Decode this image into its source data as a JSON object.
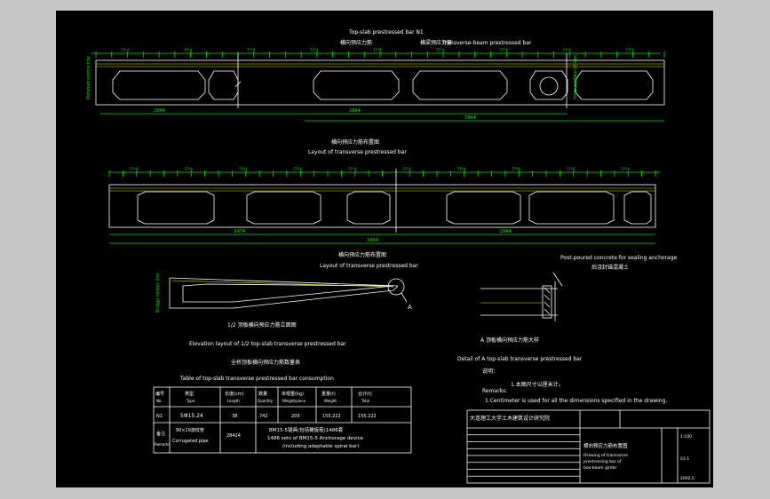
{
  "colors": {
    "paper": "#000000",
    "frame": "#ffffff",
    "dim": "#00e000",
    "tendon": "#e6e600",
    "outside": "#c6c6c6"
  },
  "top_view": {
    "title": "Top-slab prestressed bar N1",
    "caption_cn": "横向预应力筋布置图",
    "caption_en": "Layout of transverse prestressed bar",
    "label_cn": "横向预应力筋",
    "label_cn2": "横梁预应力筋",
    "label_en2": "Transverse-beam prestressed bar",
    "side_left": "Polished centre line",
    "side_right": "Inner surface of box"
  },
  "bottom_view": {
    "caption_cn": "横向预应力筋布置图",
    "caption_en": "Layout of transverse prestressed bar"
  },
  "elevation": {
    "caption_cn": "1/2 顶板横向预应力筋立面图",
    "caption_en": "Elevation layout of 1/2 top-slab transverse prestressed bar",
    "label_a": "A",
    "side_label": "Bridge center line"
  },
  "detail": {
    "note_en": "Post-poured concrete for sealing anchorage",
    "note_cn": "后浇封锚混凝土",
    "caption_cn": "A  顶板横向预应力筋大样",
    "caption_en": "Detail of A top-slab transverse prestressed bar"
  },
  "remarks": {
    "title_cn": "说明：",
    "title_en": "Remarks:",
    "line_cn": "1.本图尺寸以厘米计。",
    "line_en": "1.Centimeter is used for all the dimensions specified in the drawing."
  },
  "table": {
    "title_cn": "全桥顶板横向预应力筋数量表",
    "title_en": "Table of top-slab transverse prestressed bar consumption",
    "headers": [
      {
        "cn": "编号",
        "en": "No"
      },
      {
        "cn": "类型",
        "en": "Type"
      },
      {
        "cn": "长度(cm)",
        "en": "Length"
      },
      {
        "cn": "数量",
        "en": "Quantity"
      },
      {
        "cn": "单根重(kg)",
        "en": "Weight/piece"
      },
      {
        "cn": "重量(t)",
        "en": "Weight"
      },
      {
        "cn": "合计(t)",
        "en": "Total"
      }
    ],
    "row1": [
      "N1",
      "5Φ15.24",
      "38",
      "742",
      "209",
      "155.222",
      "155.222"
    ],
    "row2_no_cn": "备注",
    "row2_no_en": "Remarks",
    "row2_type_a": "90×19波纹管",
    "row2_type_b": "Corrugated pipe",
    "row2_len": "28424",
    "row2_note_a": "BM15-5锚具(包括螺旋筋)1486套",
    "row2_note_b": "1486 sets of BM15-5 Anchorage device",
    "row2_note_c": "(including adaptable spiral bar)"
  },
  "title_block": {
    "company_cn": "大连理工大学土木建筑设计研究院",
    "drawing_cn": "横向预应力筋布置图",
    "drawing_en_1": "Drawing of transverse",
    "drawing_en_2": "prestressing bar of",
    "drawing_en_3": "box-beam girder",
    "scale": "1:100",
    "sheet": "S1-1",
    "date": "2002.5"
  },
  "dims": {
    "top_small": [
      "77*4",
      "77*4",
      "77*4",
      "77*4",
      "77*4",
      "77*4",
      "77*4",
      "77*4",
      "77*4"
    ],
    "top_span_a": "2844",
    "top_span_b": "2844",
    "bottom_small": [
      "77*4",
      "77*4",
      "77*4",
      "77*4",
      "77*4",
      "77*4",
      "77*4",
      "77*4",
      "77*4",
      "77*4"
    ],
    "bottom_span_a": "1474",
    "bottom_span_b": "2844",
    "bottom_total": "3844"
  }
}
